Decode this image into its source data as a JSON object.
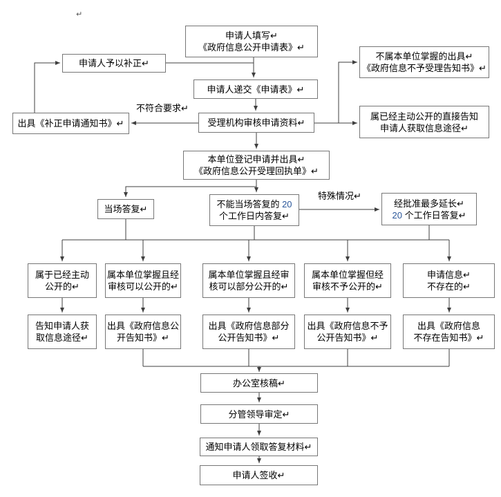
{
  "colors": {
    "box_border": "#767676",
    "line": "#3f3f3f",
    "text": "#000000",
    "number_blue": "#2b579a",
    "background": "#ffffff"
  },
  "stray_paragraph_mark": "↵",
  "nodes": {
    "fill_form": {
      "l1": "申请人填写↵",
      "l2": "《政府信息公开申请表》↵"
    },
    "rectify": {
      "l1": "申请人予以补正↵"
    },
    "not_accept": {
      "l1": "不属本单位掌握的出具↵",
      "l2": "《政府信息不予受理告知书》↵"
    },
    "submit": {
      "l1": "申请人递交《申请表》↵"
    },
    "issue_rectify_notice": {
      "l1": "出具《补正申请通知书》↵"
    },
    "review": {
      "l1": "受理机构审核申请资料↵"
    },
    "already_public_direct": {
      "l1": "属已经主动公开的直接告知",
      "l2": "申请人获取信息途径↵"
    },
    "register": {
      "l1": "本单位登记申请并出具↵",
      "l2": "《政府信息公开受理回执单》↵"
    },
    "onspot": {
      "l1": "当场答复↵"
    },
    "reply20": {
      "l1a": "不能当场答复的 ",
      "l1num": "20",
      "l2": "个工作日内答复↵"
    },
    "extend": {
      "l1": "经批准最多延长↵",
      "l2num": "20",
      "l2b": " 个工作日答复↵"
    },
    "b1": {
      "l1": "属于已经主动",
      "l2": "公开的↵"
    },
    "b2": {
      "l1": "属本单位掌握且经",
      "l2": "审核可以公开的↵"
    },
    "b3": {
      "l1": "属本单位掌握且经审",
      "l2": "核可以部分公开的↵"
    },
    "b4": {
      "l1": "属本单位掌握但经",
      "l2": "审核不予公开的↵"
    },
    "b5": {
      "l1": "申请信息↵",
      "l2": "不存在的↵"
    },
    "o1": {
      "l1": "告知申请人获",
      "l2": "取信息途径↵"
    },
    "o2": {
      "l1": "出具《政府信息公",
      "l2": "开告知书》↵"
    },
    "o3": {
      "l1": "出具《政府信息部分",
      "l2": "公开告知书》↵"
    },
    "o4": {
      "l1": "出具《政府信息不予",
      "l2": "公开告知书》↵"
    },
    "o5": {
      "l1": "出具《政府信息",
      "l2": "不存在告知书》↵"
    },
    "office_review": {
      "l1": "办公室核稿↵"
    },
    "leader_approve": {
      "l1": "分管领导审定↵"
    },
    "notify": {
      "l1": "通知申请人领取答复材料↵"
    },
    "sign": {
      "l1": "申请人签收↵"
    }
  },
  "edge_labels": {
    "not_meet": "不符合要求↵",
    "special": "特殊情况↵"
  }
}
